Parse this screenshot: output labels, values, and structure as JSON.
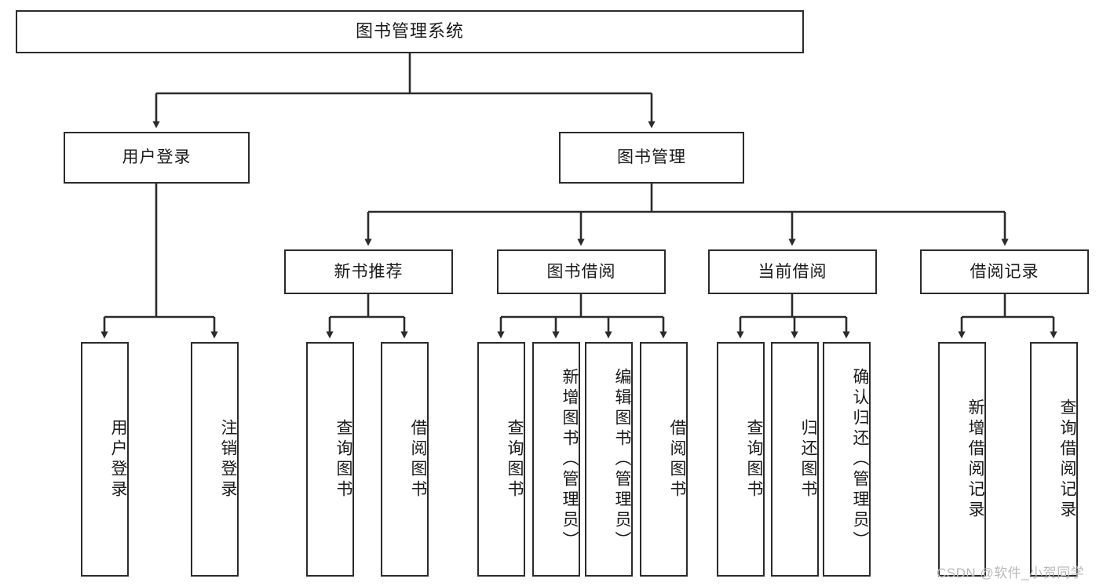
{
  "diagram": {
    "title": "图书管理系统",
    "type": "tree-hierarchy-chart",
    "watermark": "CSDN @软件_小贺同学",
    "colors": {
      "border": "#2b2b2b",
      "background": "#ffffff",
      "text": "#1a1a1a",
      "connector": "#2b2b2b",
      "watermark": "#b9b9b9"
    },
    "levels": [
      {
        "level": 1,
        "nodes": [
          {
            "id": "root",
            "label": "图书管理系统",
            "orientation": "horizontal"
          }
        ]
      },
      {
        "level": 2,
        "nodes": [
          {
            "id": "login",
            "label": "用户登录",
            "orientation": "horizontal"
          },
          {
            "id": "bookmgmt",
            "label": "图书管理",
            "orientation": "horizontal"
          }
        ]
      },
      {
        "level": 3,
        "nodes": [
          {
            "id": "newbook",
            "label": "新书推荐",
            "orientation": "horizontal"
          },
          {
            "id": "borrow",
            "label": "图书借阅",
            "orientation": "horizontal"
          },
          {
            "id": "current",
            "label": "当前借阅",
            "orientation": "horizontal"
          },
          {
            "id": "record",
            "label": "借阅记录",
            "orientation": "horizontal"
          }
        ]
      },
      {
        "level": 4,
        "nodes": [
          {
            "id": "leaf-1",
            "label": "用户登录",
            "orientation": "vertical",
            "parent": "login"
          },
          {
            "id": "leaf-2",
            "label": "注销登录",
            "orientation": "vertical",
            "parent": "login"
          },
          {
            "id": "leaf-3",
            "label": "查询图书",
            "orientation": "vertical",
            "parent": "newbook"
          },
          {
            "id": "leaf-4",
            "label": "借阅图书",
            "orientation": "vertical",
            "parent": "newbook"
          },
          {
            "id": "leaf-5",
            "label": "查询图书",
            "orientation": "vertical",
            "parent": "borrow"
          },
          {
            "id": "leaf-6",
            "label": "新增图书（管理员）",
            "orientation": "vertical",
            "parent": "borrow"
          },
          {
            "id": "leaf-7",
            "label": "编辑图书（管理员）",
            "orientation": "vertical",
            "parent": "borrow"
          },
          {
            "id": "leaf-8",
            "label": "借阅图书",
            "orientation": "vertical",
            "parent": "borrow"
          },
          {
            "id": "leaf-9",
            "label": "查询图书",
            "orientation": "vertical",
            "parent": "current"
          },
          {
            "id": "leaf-10",
            "label": "归还图书",
            "orientation": "vertical",
            "parent": "current"
          },
          {
            "id": "leaf-11",
            "label": "确认归还（管理员）",
            "orientation": "vertical",
            "parent": "current"
          },
          {
            "id": "leaf-12",
            "label": "新增借阅记录",
            "orientation": "vertical",
            "parent": "record"
          },
          {
            "id": "leaf-13",
            "label": "查询借阅记录",
            "orientation": "vertical",
            "parent": "record"
          }
        ]
      }
    ]
  }
}
